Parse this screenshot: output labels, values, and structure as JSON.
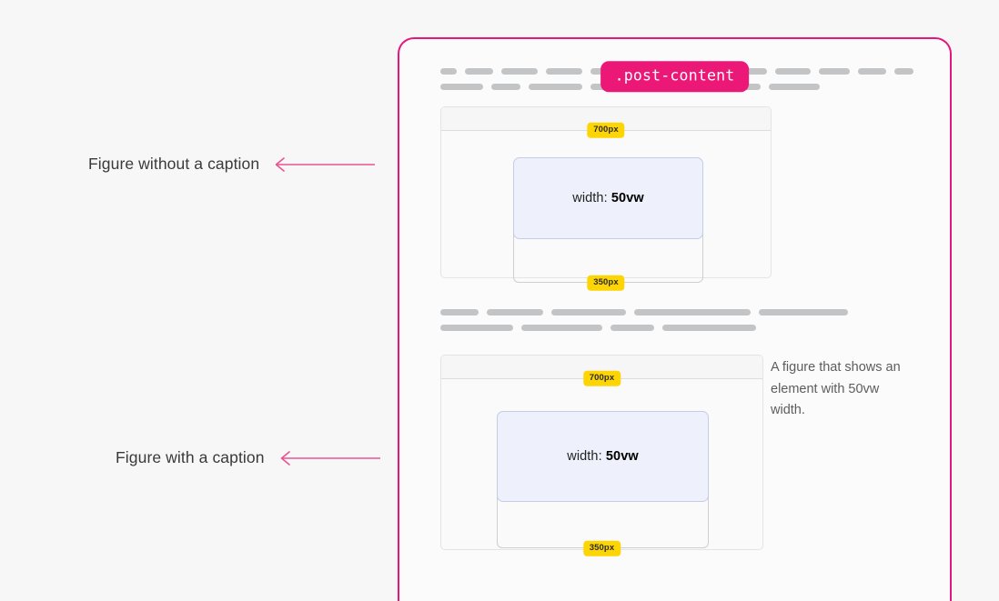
{
  "panel": {
    "tag_label": ".post-content",
    "accent_color": "#ec1878",
    "background_color": "#fbfbfb"
  },
  "annotations": [
    {
      "id": "figure-without-caption",
      "label": "Figure without a caption",
      "arrow_direction": "left",
      "arrow_color": "#e8548f"
    },
    {
      "id": "figure-with-caption",
      "label": "Figure with a caption",
      "arrow_direction": "left",
      "arrow_color": "#e8548f"
    }
  ],
  "skeleton_blocks": [
    {
      "id": "paragraph-1",
      "rows": [
        [
          22,
          38,
          49,
          48,
          34,
          62,
          56,
          52,
          48,
          42,
          37,
          26
        ],
        [
          47,
          32,
          59,
          72,
          38,
          22,
          28,
          56
        ]
      ]
    },
    {
      "id": "paragraph-2",
      "rows": [
        [
          42,
          62,
          82,
          128,
          98
        ],
        [
          80,
          89,
          48,
          103
        ]
      ]
    }
  ],
  "figures": [
    {
      "id": "figure-no-caption",
      "outer_width_badge": "700px",
      "inner_width_badge": "350px",
      "element_label_prefix": "width: ",
      "element_label_value": "50vw",
      "caption": null,
      "badge_color": "#fdd504",
      "element_fill": "#eef1fb",
      "element_border": "#c3cde6"
    },
    {
      "id": "figure-with-caption",
      "outer_width_badge": "700px",
      "inner_width_badge": "350px",
      "element_label_prefix": "width: ",
      "element_label_value": "50vw",
      "caption": "A figure that shows an element with 50vw width.",
      "badge_color": "#fdd504",
      "element_fill": "#eef1fb",
      "element_border": "#c3cde6"
    }
  ]
}
